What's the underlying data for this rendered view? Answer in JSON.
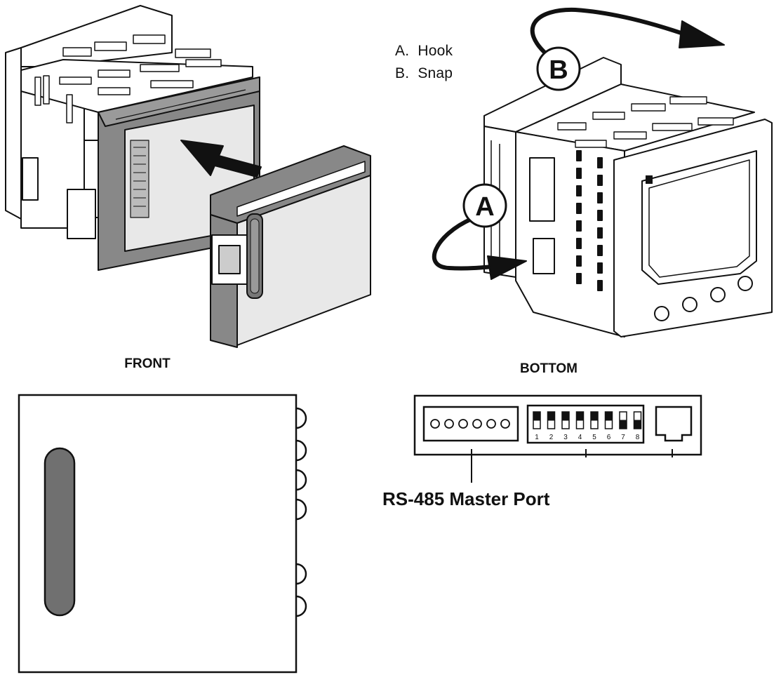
{
  "legend": [
    {
      "key": "A.",
      "label": "Hook"
    },
    {
      "key": "B.",
      "label": "Snap"
    }
  ],
  "markers": {
    "a": "A",
    "b": "B"
  },
  "front": {
    "heading": "FRONT"
  },
  "bottom": {
    "heading": "BOTTOM",
    "dip_switch_numbers": [
      "1",
      "2",
      "3",
      "4",
      "5",
      "6",
      "7",
      "8"
    ],
    "callout": "RS-485 Master Port"
  },
  "colors": {
    "line": "#111111",
    "module_gray": "#888888",
    "panel_light": "#e8e8e8",
    "slot": "#707070"
  }
}
